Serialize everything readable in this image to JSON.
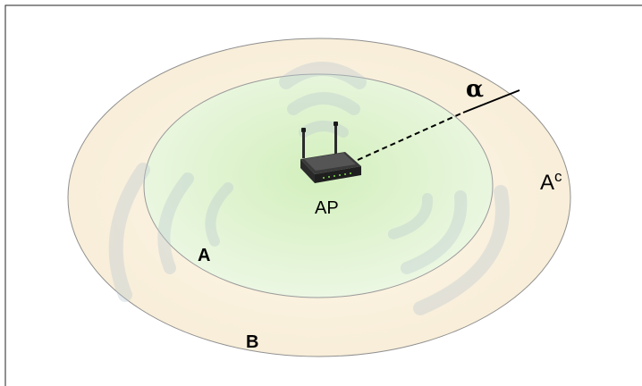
{
  "labels": {
    "alpha": "α",
    "complement_base": "A",
    "complement_sup": "c",
    "access_point": "AP",
    "region_a": "A",
    "region_b": "B"
  },
  "colors": {
    "outer_region": "#fbf2e1",
    "inner_region": "#e4f4d4",
    "inner_center": "#d6f0c2",
    "signal_arcs": "#b9c7cf",
    "outline": "#9a9a9a",
    "frame": "#222222",
    "radius_line": "#000000"
  },
  "icons": {
    "access_point": "wireless-router-icon",
    "signal": "wifi-signal-icon"
  }
}
